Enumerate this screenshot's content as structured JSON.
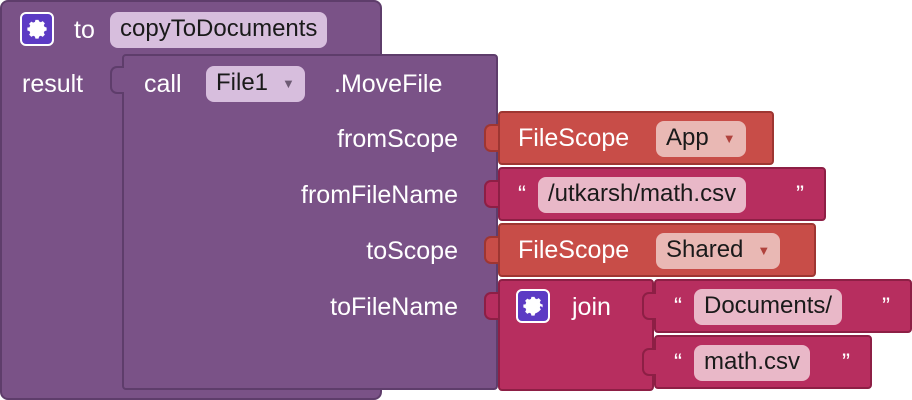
{
  "procedure": {
    "keyword": "to",
    "name": "copyToDocuments",
    "result_label": "result",
    "color": "#7a5287"
  },
  "call": {
    "keyword": "call",
    "component": "File1",
    "method": ".MoveFile",
    "args": {
      "from_scope": "fromScope",
      "from_file_name": "fromFileName",
      "to_scope": "toScope",
      "to_file_name": "toFileName"
    }
  },
  "from_scope_block": {
    "label": "FileScope",
    "value": "App"
  },
  "from_file_block": {
    "open_quote": "“",
    "value": "/utkarsh/math.csv",
    "close_quote": "”"
  },
  "to_scope_block": {
    "label": "FileScope",
    "value": "Shared"
  },
  "join_block": {
    "label": "join",
    "item1": {
      "open_quote": "“",
      "value": "Documents/",
      "close_quote": "”"
    },
    "item2": {
      "open_quote": "“",
      "value": "math.csv",
      "close_quote": "”"
    }
  },
  "colors": {
    "procedure": "#7a5287",
    "file_scope": "#c84d48",
    "text": "#b72e5f",
    "gear": "#5c3bc4"
  },
  "icons": {
    "mutator": "gear-icon",
    "dropdown": "triangle-down-icon"
  }
}
